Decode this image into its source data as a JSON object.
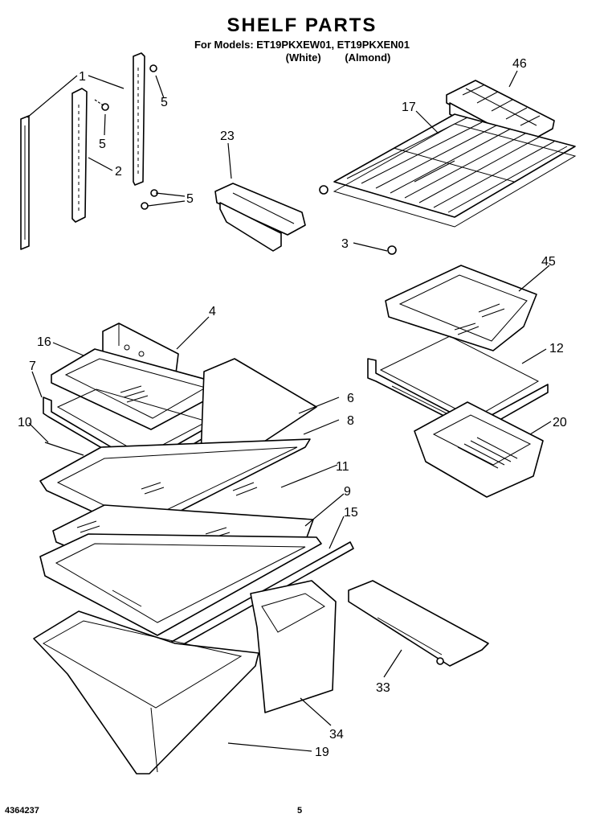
{
  "header": {
    "title": "SHELF PARTS",
    "models": "For Models: ET19PKXEW01, ET19PKXEN01",
    "color_white": "(White)",
    "color_almond": "(Almond)"
  },
  "callouts": [
    "1",
    "2",
    "3",
    "4",
    "5",
    "5",
    "5",
    "6",
    "7",
    "8",
    "9",
    "10",
    "11",
    "12",
    "15",
    "16",
    "17",
    "19",
    "20",
    "23",
    "33",
    "34",
    "45",
    "46"
  ],
  "footer": {
    "part_number": "4364237",
    "page": "5"
  }
}
